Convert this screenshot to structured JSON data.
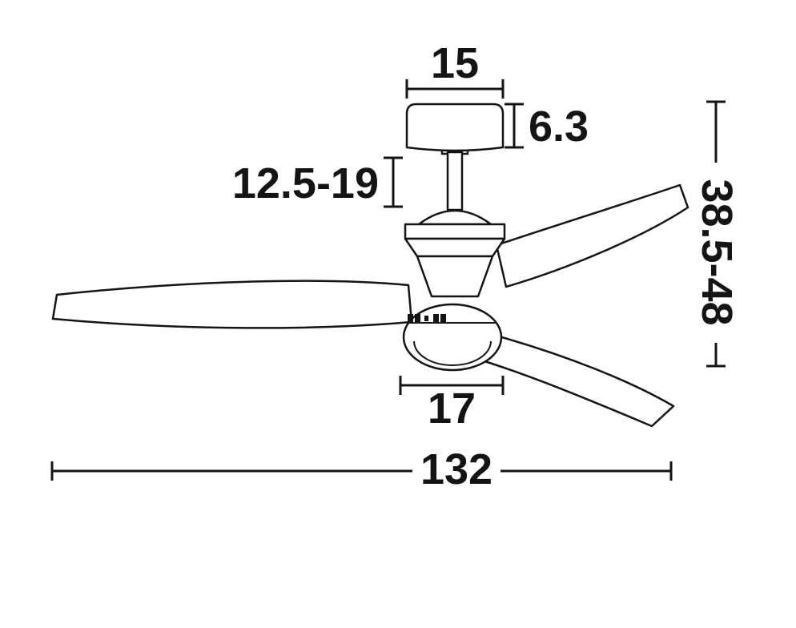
{
  "page": {
    "background_color": "#ffffff",
    "line_color": "#141414"
  },
  "diagram": {
    "name": "ceiling-fan-dimension-drawing",
    "dimensions": {
      "canopy_width": "15",
      "canopy_height": "6.3",
      "downrod_length": "12.5-19",
      "overall_height": "38.5-48",
      "light_body_width": "17",
      "blade_span": "132"
    }
  }
}
